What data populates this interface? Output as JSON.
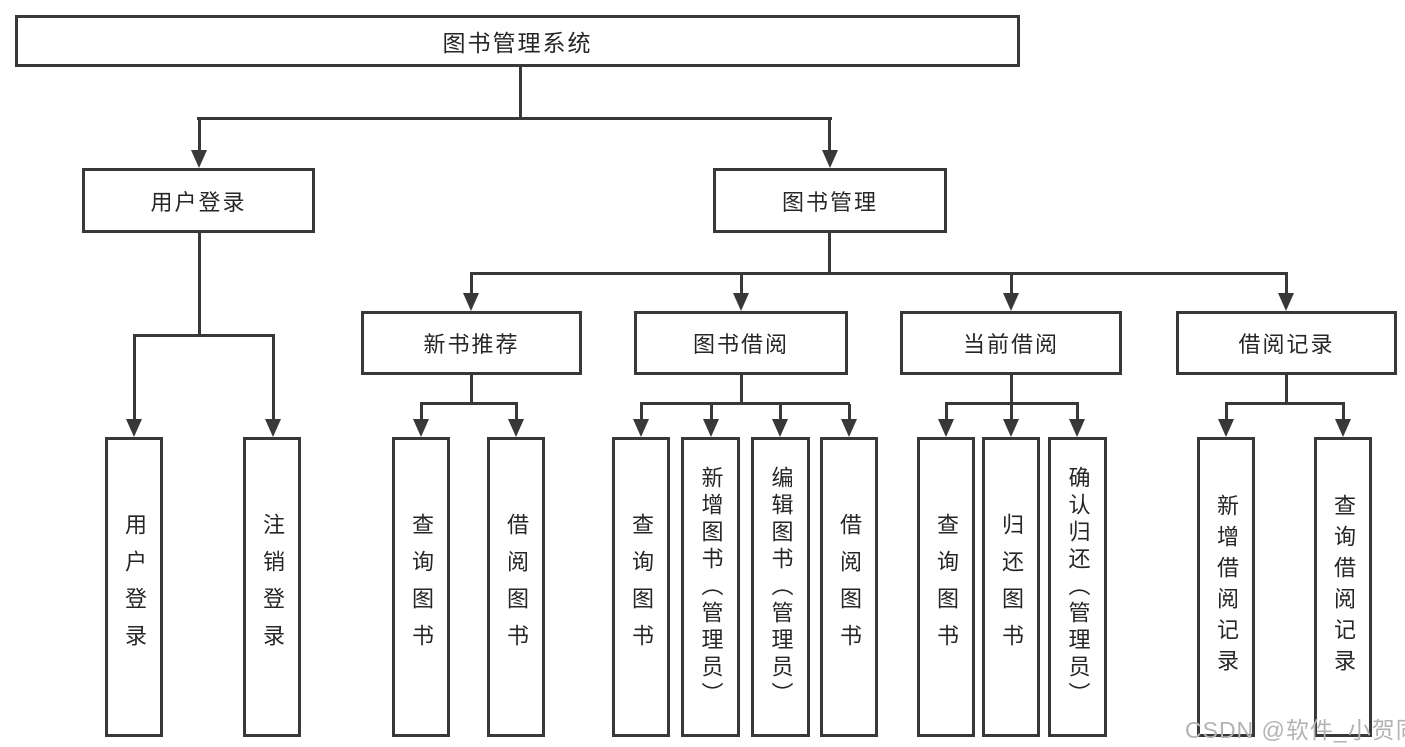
{
  "diagram": {
    "background": "#ffffff",
    "line_color": "#383838",
    "text_color": "#262626",
    "watermark": {
      "text": "CSDN @软件_小贺同学",
      "color": "#b3b3b3"
    },
    "root": {
      "label": "图书管理系统"
    },
    "branches": [
      {
        "label": "用户登录",
        "children": [
          "用户登录",
          "注销登录"
        ]
      },
      {
        "label": "图书管理",
        "children": [
          {
            "label": "新书推荐",
            "children": [
              "查询图书",
              "借阅图书"
            ]
          },
          {
            "label": "图书借阅",
            "children": [
              "查询图书",
              "新增图书（管理员）",
              "编辑图书（管理员）",
              "借阅图书"
            ]
          },
          {
            "label": "当前借阅",
            "children": [
              "查询图书",
              "归还图书",
              "确认归还（管理员）"
            ]
          },
          {
            "label": "借阅记录",
            "children": [
              "新增借阅记录",
              "查询借阅记录"
            ]
          }
        ]
      }
    ]
  }
}
